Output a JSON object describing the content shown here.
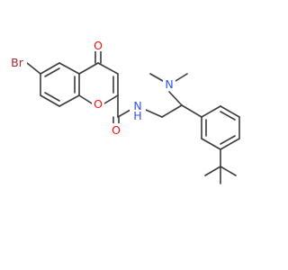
{
  "molecule": {
    "atoms": [
      {
        "symbol": "Br",
        "element": "bromine"
      },
      {
        "symbol": "O",
        "element": "oxygen"
      },
      {
        "symbol": "O",
        "element": "oxygen"
      },
      {
        "symbol": "O",
        "element": "oxygen"
      },
      {
        "symbol": "N",
        "element": "nitrogen"
      },
      {
        "symbol": "H",
        "element": "hydrogen"
      },
      {
        "symbol": "N",
        "element": "nitrogen"
      }
    ]
  },
  "colors": {
    "bond": "#3b3b3b",
    "bromine": "#a52a2a",
    "oxygen": "#ff0d0d",
    "nitrogen": "#3050f8",
    "background": "#ffffff"
  }
}
